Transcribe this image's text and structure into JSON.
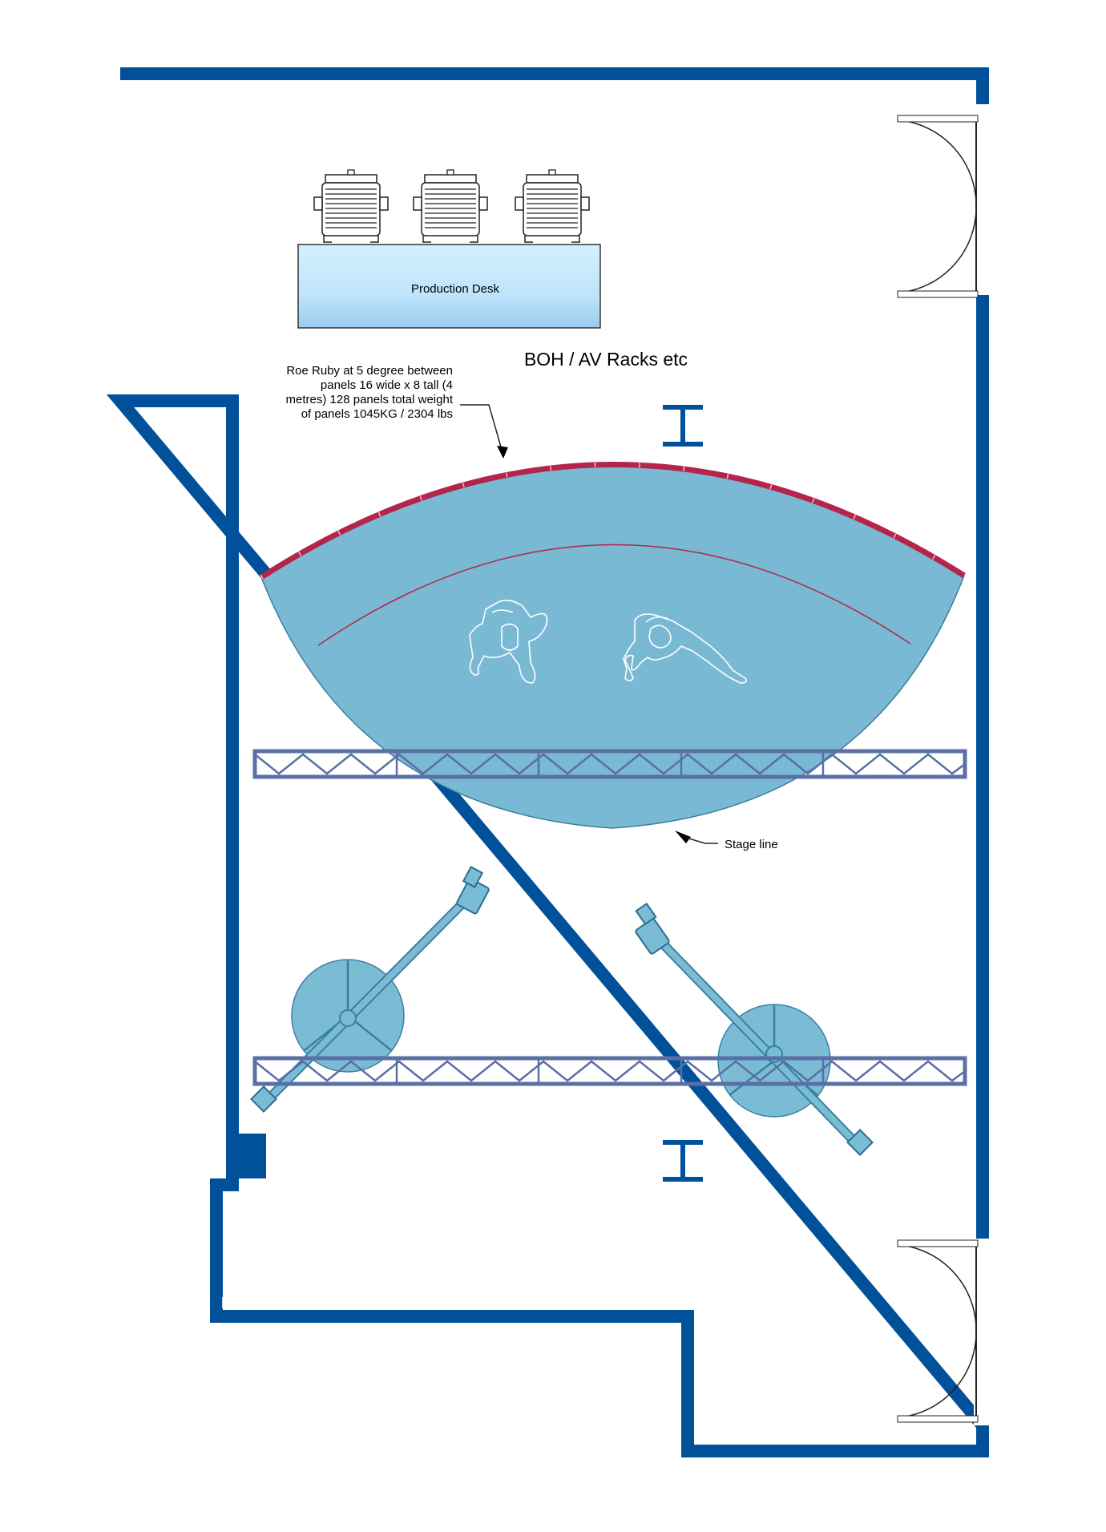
{
  "labels": {
    "production_desk": "Production Desk",
    "boh": "BOH / AV Racks etc",
    "led_note": [
      "Roe Ruby at 5 degree between",
      "panels 16 wide x  8 tall (4",
      "metres) 128 panels total weight",
      "of panels 1045KG / 2304 lbs"
    ],
    "stage_line": "Stage line"
  },
  "colors": {
    "wall": "#00519A",
    "stage_fill": "#79B9D3",
    "led_wall": "#B5244A",
    "truss": "#5A6FA5",
    "desk_top": "#D2F1FD",
    "desk_bottom": "#9CCBF0",
    "crane": "#7BBCD5",
    "line": "#1A1A1A"
  },
  "icons": [
    "chair-icon",
    "i-beam-icon",
    "person-topview-icon",
    "camera-crane-icon",
    "door-icon",
    "truss-icon"
  ]
}
